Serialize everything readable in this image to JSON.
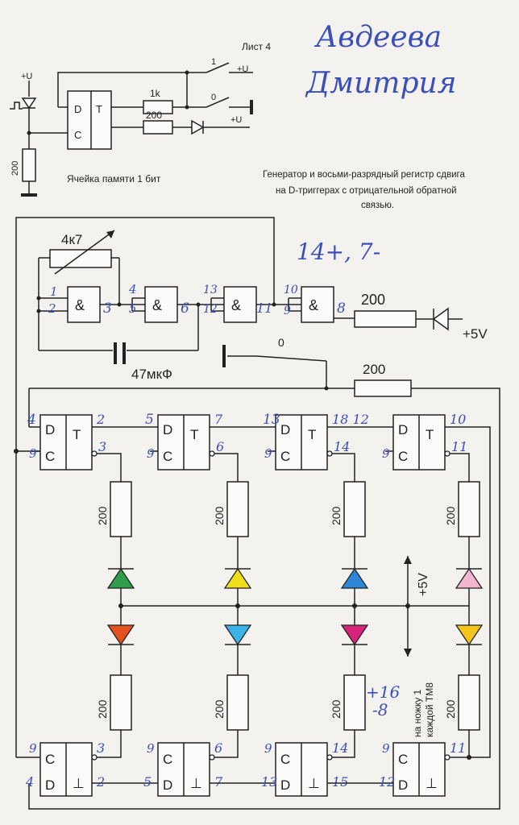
{
  "sheet_label": "Лист 4",
  "signature": [
    "Авдеева",
    "Дмитрия"
  ],
  "memory_cell": {
    "title": "Ячейка памяти 1 бит",
    "supply": "+U",
    "pin_d": "D",
    "pin_c": "C",
    "pin_t": "T",
    "r1": "1k",
    "r2": "200",
    "r_bottom": "200",
    "switch_1": "1",
    "switch_0": "0"
  },
  "description": [
    "Генератор и восьми-разрядный регистр сдвига",
    "на D-триггерах с отрицательной обратной",
    "связью."
  ],
  "generator": {
    "trimmer": "4к7",
    "capacitor": "47мкФ",
    "gate_symbol": "&",
    "gate_pins": [
      [
        "1",
        "2",
        "3"
      ],
      [
        "4",
        "5",
        "6"
      ],
      [
        "13",
        "12",
        "11"
      ],
      [
        "10",
        "9",
        "8"
      ]
    ],
    "led_resistor": "200",
    "supply": "+5V",
    "switch_0": "0",
    "feedback_resistor": "200",
    "note": "14+, 7-"
  },
  "register": {
    "flipflop_pins": {
      "d": "D",
      "c": "C",
      "t": "T"
    },
    "top_row": [
      {
        "d_pin": "4",
        "c_pin": "9",
        "q_pin": "2",
        "nq_pin": "3"
      },
      {
        "d_pin": "5",
        "c_pin": "9",
        "q_pin": "7",
        "nq_pin": "6"
      },
      {
        "d_pin": "13",
        "c_pin": "9",
        "q_pin": "18 12",
        "nq_pin": "14"
      },
      {
        "d_pin": "",
        "c_pin": "9",
        "q_pin": "10",
        "nq_pin": "11"
      }
    ],
    "bottom_row": [
      {
        "c_pin": "9",
        "d_pin": "4",
        "q_pin": "3",
        "nq_pin": "2"
      },
      {
        "c_pin": "9",
        "d_pin": "5",
        "q_pin": "6",
        "nq_pin": "7"
      },
      {
        "c_pin": "9",
        "d_pin": "13",
        "q_pin": "14",
        "nq_pin": "15"
      },
      {
        "c_pin": "9",
        "d_pin": "12",
        "q_pin": "11",
        "nq_pin": ""
      }
    ],
    "resistors": "200",
    "supply": "+5V",
    "pin_note": [
      "на ножку 1",
      "каждой ТМ8"
    ],
    "hand_pins": [
      "+16",
      "-8"
    ],
    "led_colors_top": [
      "#2e9e4a",
      "#f2dd1a",
      "#2f86d6",
      "#f2b6cf"
    ],
    "led_colors_bottom": [
      "#e4501f",
      "#3bb3e8",
      "#d8237a",
      "#f4c51c"
    ]
  }
}
